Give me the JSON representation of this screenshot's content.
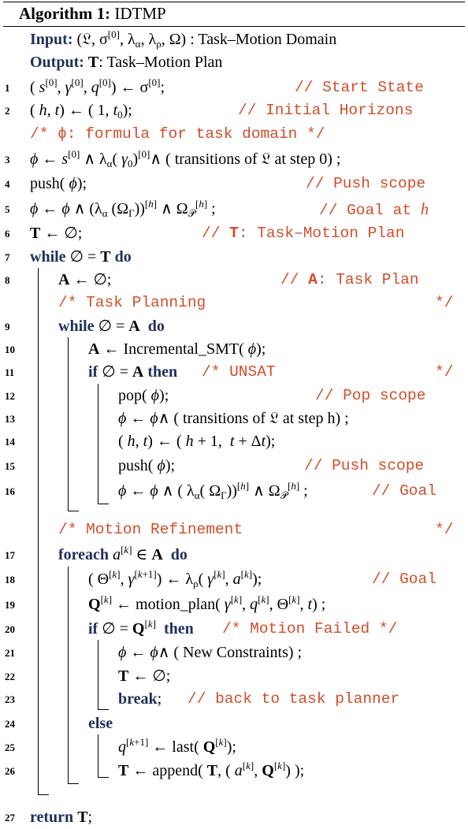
{
  "title": {
    "label": "Algorithm 1:",
    "name": "IDTMP"
  },
  "header": {
    "input_label": "Input:",
    "input_desc": ": Task–Motion Domain",
    "output_label": "Output:",
    "output_var": "T",
    "output_desc": ": Task–Motion Plan"
  },
  "line_numbers": [
    "1",
    "2",
    "3",
    "4",
    "5",
    "6",
    "7",
    "8",
    "9",
    "10",
    "11",
    "12",
    "13",
    "14",
    "15",
    "16",
    "17",
    "18",
    "19",
    "20",
    "21",
    "22",
    "23",
    "24",
    "25",
    "26",
    "27"
  ],
  "comments": {
    "c1": "// Start State",
    "c2": "// Initial Horizons",
    "c_phi": "/* ϕ: formula for task domain       */",
    "c4": "// Push scope",
    "c5": "// Goal at",
    "c6_pre": "// ",
    "c6_bold": "T",
    "c6_rest": ": Task–Motion Plan",
    "c8_pre": "// ",
    "c8_bold": "A",
    "c8_rest": ": Task Plan",
    "c_task_planning": "/* Task Planning",
    "c_end": "*/",
    "c11": "/* UNSAT",
    "c12": "// Pop scope",
    "c15": "// Push scope",
    "c16": "// Goal",
    "c_motion": "/* Motion Refinement",
    "c18": "// Goal",
    "c20": "/* Motion Failed  */",
    "c23": "// back to task planner"
  },
  "keywords": {
    "while": "while",
    "do": "do",
    "if": "if",
    "then": "then",
    "foreach": "foreach",
    "break": "break",
    "else": "else",
    "return": "return"
  },
  "text": {
    "push": "push(",
    "pop": "pop(",
    "transitions0": "( transitions of 𝔏 at step 0) ;",
    "transitionsh": "( transitions of 𝔏 at step h) ;",
    "incremental": "Incremental_SMT(",
    "motion_plan": "motion_plan(",
    "new_constraints": "( New Constraints) ;",
    "last": "last(",
    "append": "append("
  }
}
